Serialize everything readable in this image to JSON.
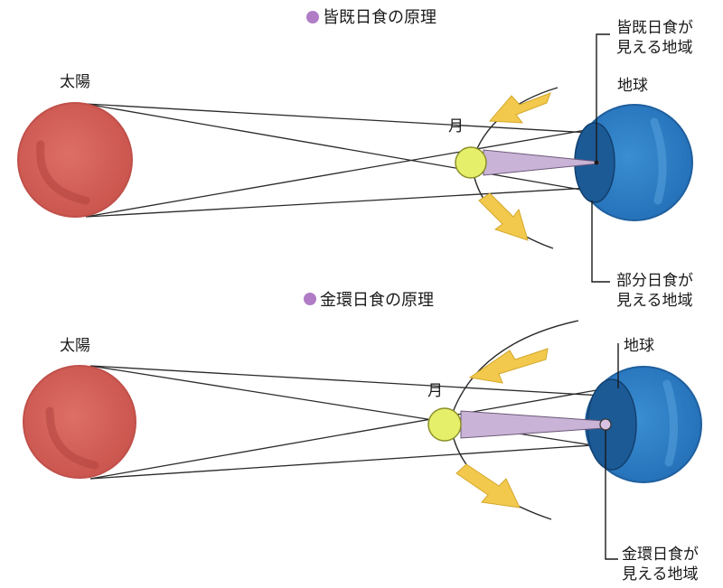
{
  "colors": {
    "sun": "#d4645c",
    "sun_edge": "#b84a45",
    "earth": "#2e7dc4",
    "earth_dark": "#1f5f9e",
    "moon": "#e6ef6a",
    "shadow_cone": "#c9b3d6",
    "arrow": "#f2c94c",
    "bullet": "#b07cc6"
  },
  "total": {
    "title": "皆既日食の原理",
    "sun_label": "太陽",
    "moon_label": "月",
    "earth_label": "地球",
    "total_region_label": [
      "皆既日食が",
      "見える地域"
    ],
    "partial_region_label": [
      "部分日食が",
      "見える地域"
    ]
  },
  "annular": {
    "title": "金環日食の原理",
    "sun_label": "太陽",
    "moon_label": "月",
    "earth_label": "地球",
    "annular_region_label": [
      "金環日食が",
      "見える地域"
    ]
  }
}
